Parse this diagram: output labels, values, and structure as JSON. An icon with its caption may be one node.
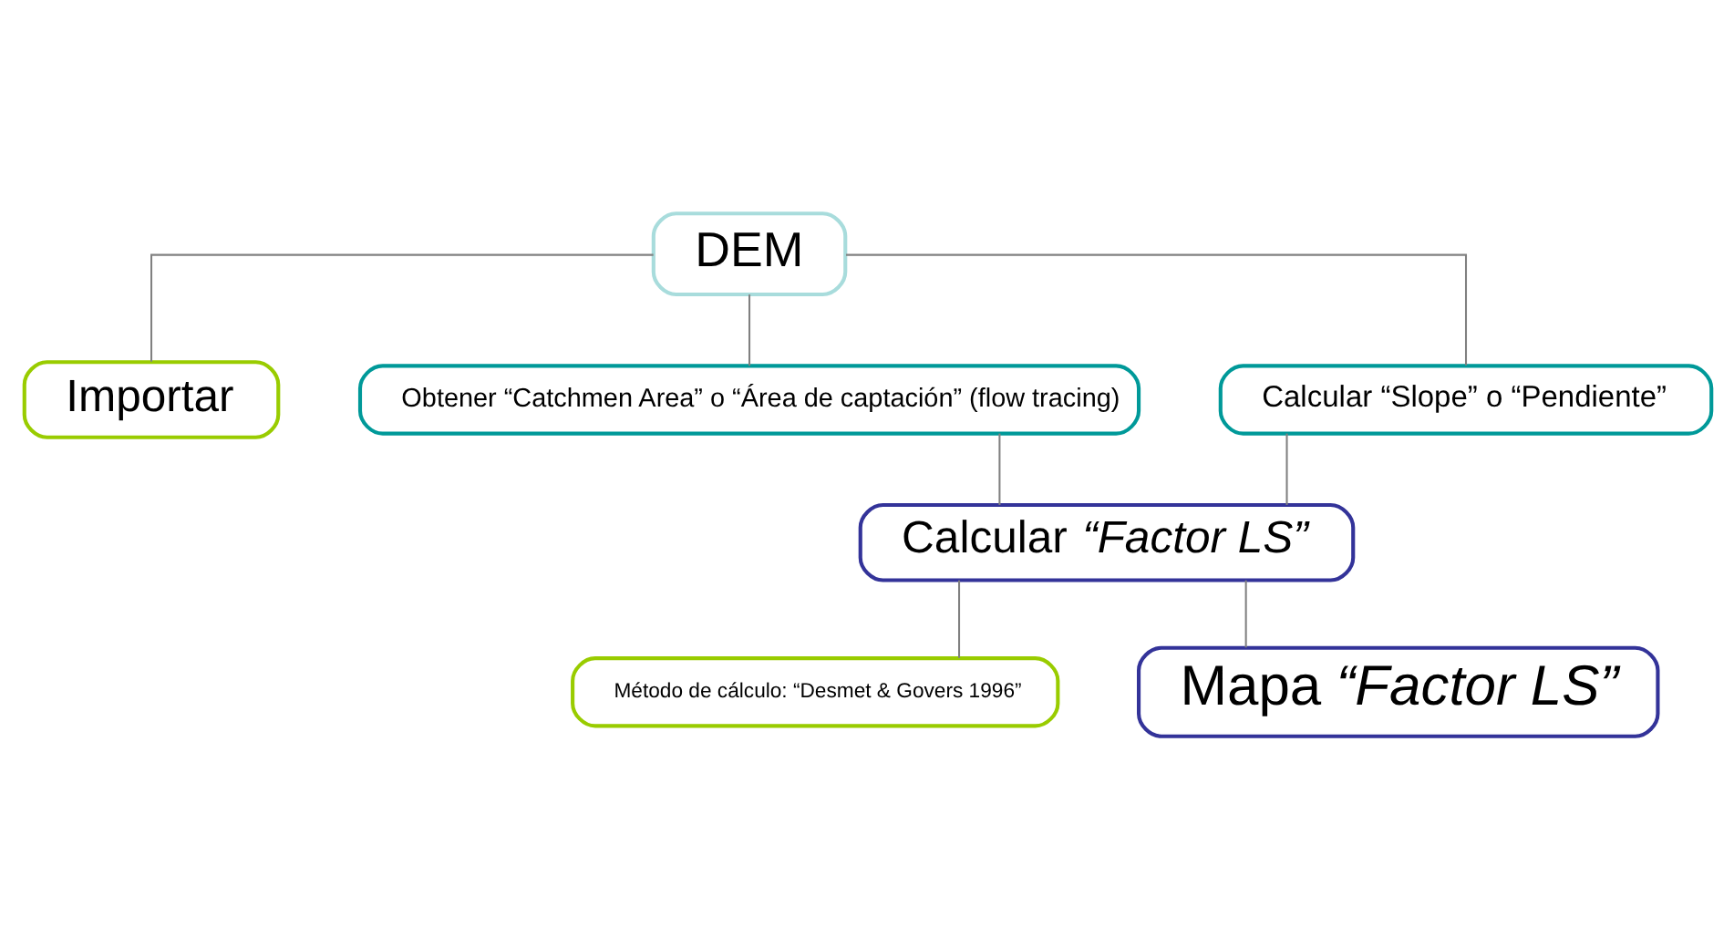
{
  "diagram": {
    "nodes": [
      {
        "text": [
          "DEM"
        ]
      },
      {
        "text": [
          "Importar"
        ]
      },
      {
        "text": [
          "Obtener “Catchmen Area” o “Área de captación” (flow tracing)"
        ]
      },
      {
        "text": [
          "Calcular “Slope” o “Pendiente”"
        ]
      },
      {
        "text": [
          "Calcular *“Factor LS”*"
        ]
      },
      {
        "text": [
          "Método de cálculo: “Desmet & Govers 1996”"
        ]
      },
      {
        "text": [
          "Mapa *“Factor LS”*"
        ]
      }
    ],
    "edges": [
      {
        "from": 0,
        "to": 1,
        "arrow": "none"
      },
      {
        "from": 0,
        "to": 2,
        "arrow": "none"
      },
      {
        "from": 0,
        "to": 3,
        "arrow": "none"
      },
      {
        "from": 2,
        "to": 4,
        "arrow": "none"
      },
      {
        "from": 3,
        "to": 4,
        "arrow": "none"
      },
      {
        "from": 4,
        "to": 5,
        "arrow": "none"
      },
      {
        "from": 4,
        "to": 6,
        "arrow": "none"
      }
    ]
  }
}
